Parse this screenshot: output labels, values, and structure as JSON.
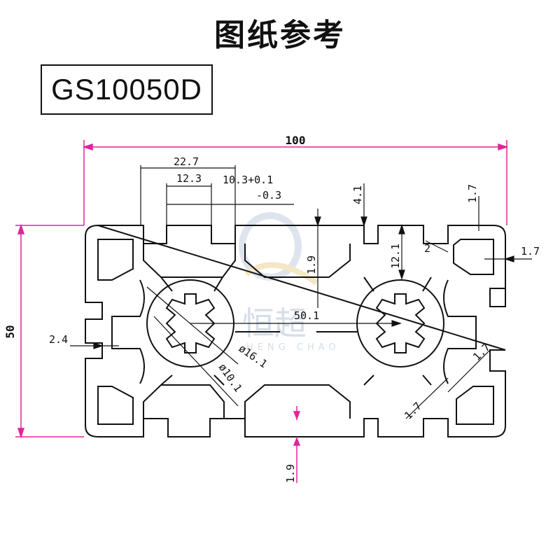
{
  "title": "图纸参考",
  "model": "GS10050D",
  "watermark": {
    "brand_cn": "恒超",
    "brand_en": "HENG CHAO"
  },
  "colors": {
    "dimension_line": "#e0249a",
    "outline": "#111111",
    "watermark": "#cfd8e6"
  },
  "dimensions": {
    "width": "100",
    "height": "50",
    "slot_outer": "22.7",
    "slot_inner": "12.3",
    "slot_opening": "10.3+0.1",
    "slot_opening_tol": "-0.3",
    "top_depth": "4.1",
    "top_right": "1.7",
    "top_wall": "1.9",
    "slot_depth": "12.1",
    "lip": "2",
    "right_wall": "1.7",
    "left_wall": "2.4",
    "center_distance": "50.1",
    "outer_dia": "ø16.1",
    "inner_dia": "ø10.1",
    "web_a": "1.7",
    "web_b": "1.7",
    "bottom_wall": "1.9"
  }
}
